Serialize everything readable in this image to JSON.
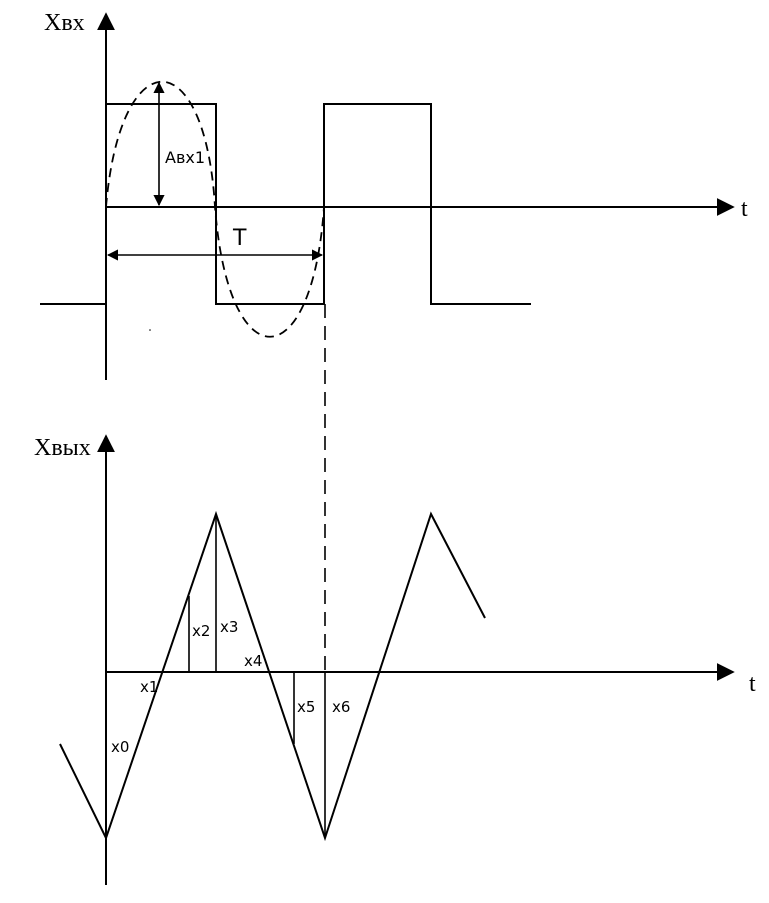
{
  "top_plot": {
    "y_axis_label": "Хвх",
    "x_axis_label": "t",
    "amplitude_label": "Авх1",
    "period_label": "T"
  },
  "bottom_plot": {
    "y_axis_label": "Хвых",
    "x_axis_label": "t",
    "sample_labels": [
      "х0",
      "х1",
      "х2",
      "х3",
      "х4",
      "х5",
      "х6"
    ]
  }
}
